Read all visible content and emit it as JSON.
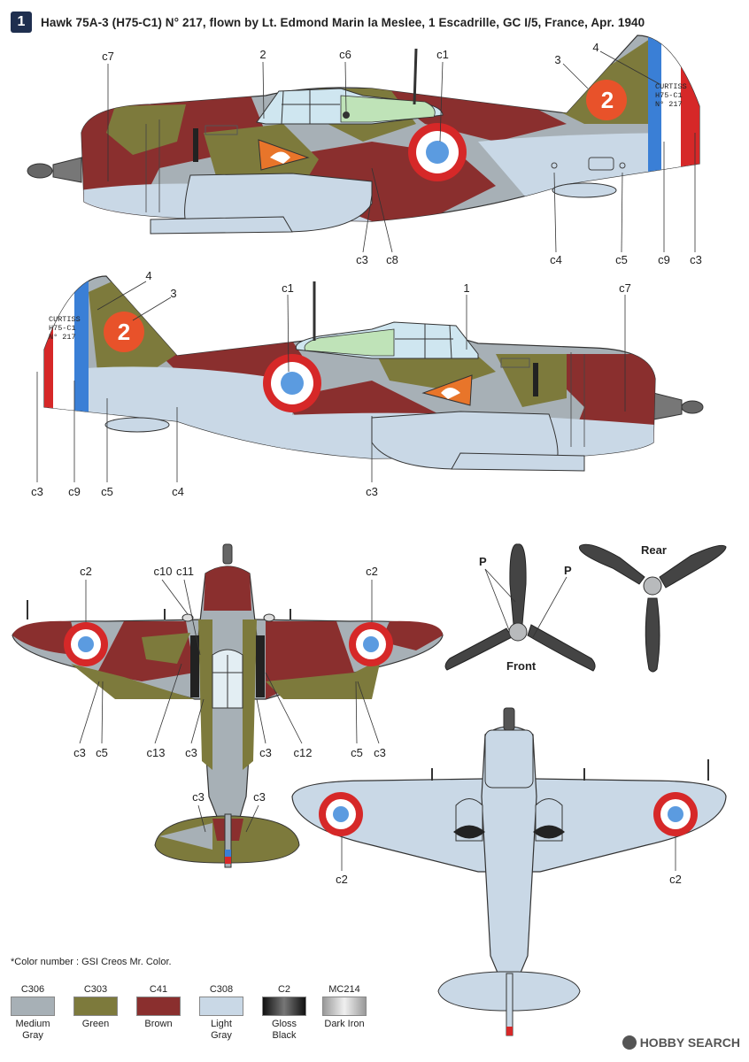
{
  "header": {
    "number": "1",
    "title": "Hawk 75A-3 (H75-C1) N° 217, flown by Lt. Edmond Marin la Meslee, 1 Escadrille, GC I/5, France, Apr. 1940"
  },
  "tail_text": {
    "big_number": "2",
    "line1": "CURTISS",
    "line2": "H75-C1",
    "line3": "N° 217"
  },
  "left_profile_labels": [
    "c7",
    "2",
    "c6",
    "c1",
    "4",
    "3",
    "c3",
    "c8",
    "c4",
    "c5",
    "c9",
    "c3"
  ],
  "right_profile_labels": [
    "4",
    "3",
    "c1",
    "1",
    "c7",
    "c3",
    "c9",
    "c5",
    "c4",
    "c3"
  ],
  "top_view_labels": [
    "c2",
    "c10",
    "c11",
    "c2",
    "c3",
    "c5",
    "c13",
    "c3",
    "c3",
    "c12",
    "c5",
    "c3",
    "c3",
    "c3"
  ],
  "bottom_view_labels": [
    "c2",
    "c2"
  ],
  "propeller": {
    "p_label": "P",
    "front_label": "Front",
    "rear_label": "Rear"
  },
  "color_note": "*Color number : GSI Creos Mr. Color.",
  "swatches": [
    {
      "code": "C306",
      "name_l1": "Medium",
      "name_l2": "Gray",
      "color": "#a7b0b6"
    },
    {
      "code": "C303",
      "name_l1": "Green",
      "name_l2": "",
      "color": "#7d7a3c"
    },
    {
      "code": "C41",
      "name_l1": "Brown",
      "name_l2": "",
      "color": "#8a2f2e"
    },
    {
      "code": "C308",
      "name_l1": "Light Gray",
      "name_l2": "",
      "color": "#c9d8e6"
    },
    {
      "code": "C2",
      "name_l1": "Gloss Black",
      "name_l2": "",
      "color": "#2a2a2a"
    },
    {
      "code": "MC214",
      "name_l1": "Dark Iron",
      "name_l2": "",
      "color": "#b8babc"
    }
  ],
  "watermark": "HOBBY SEARCH"
}
